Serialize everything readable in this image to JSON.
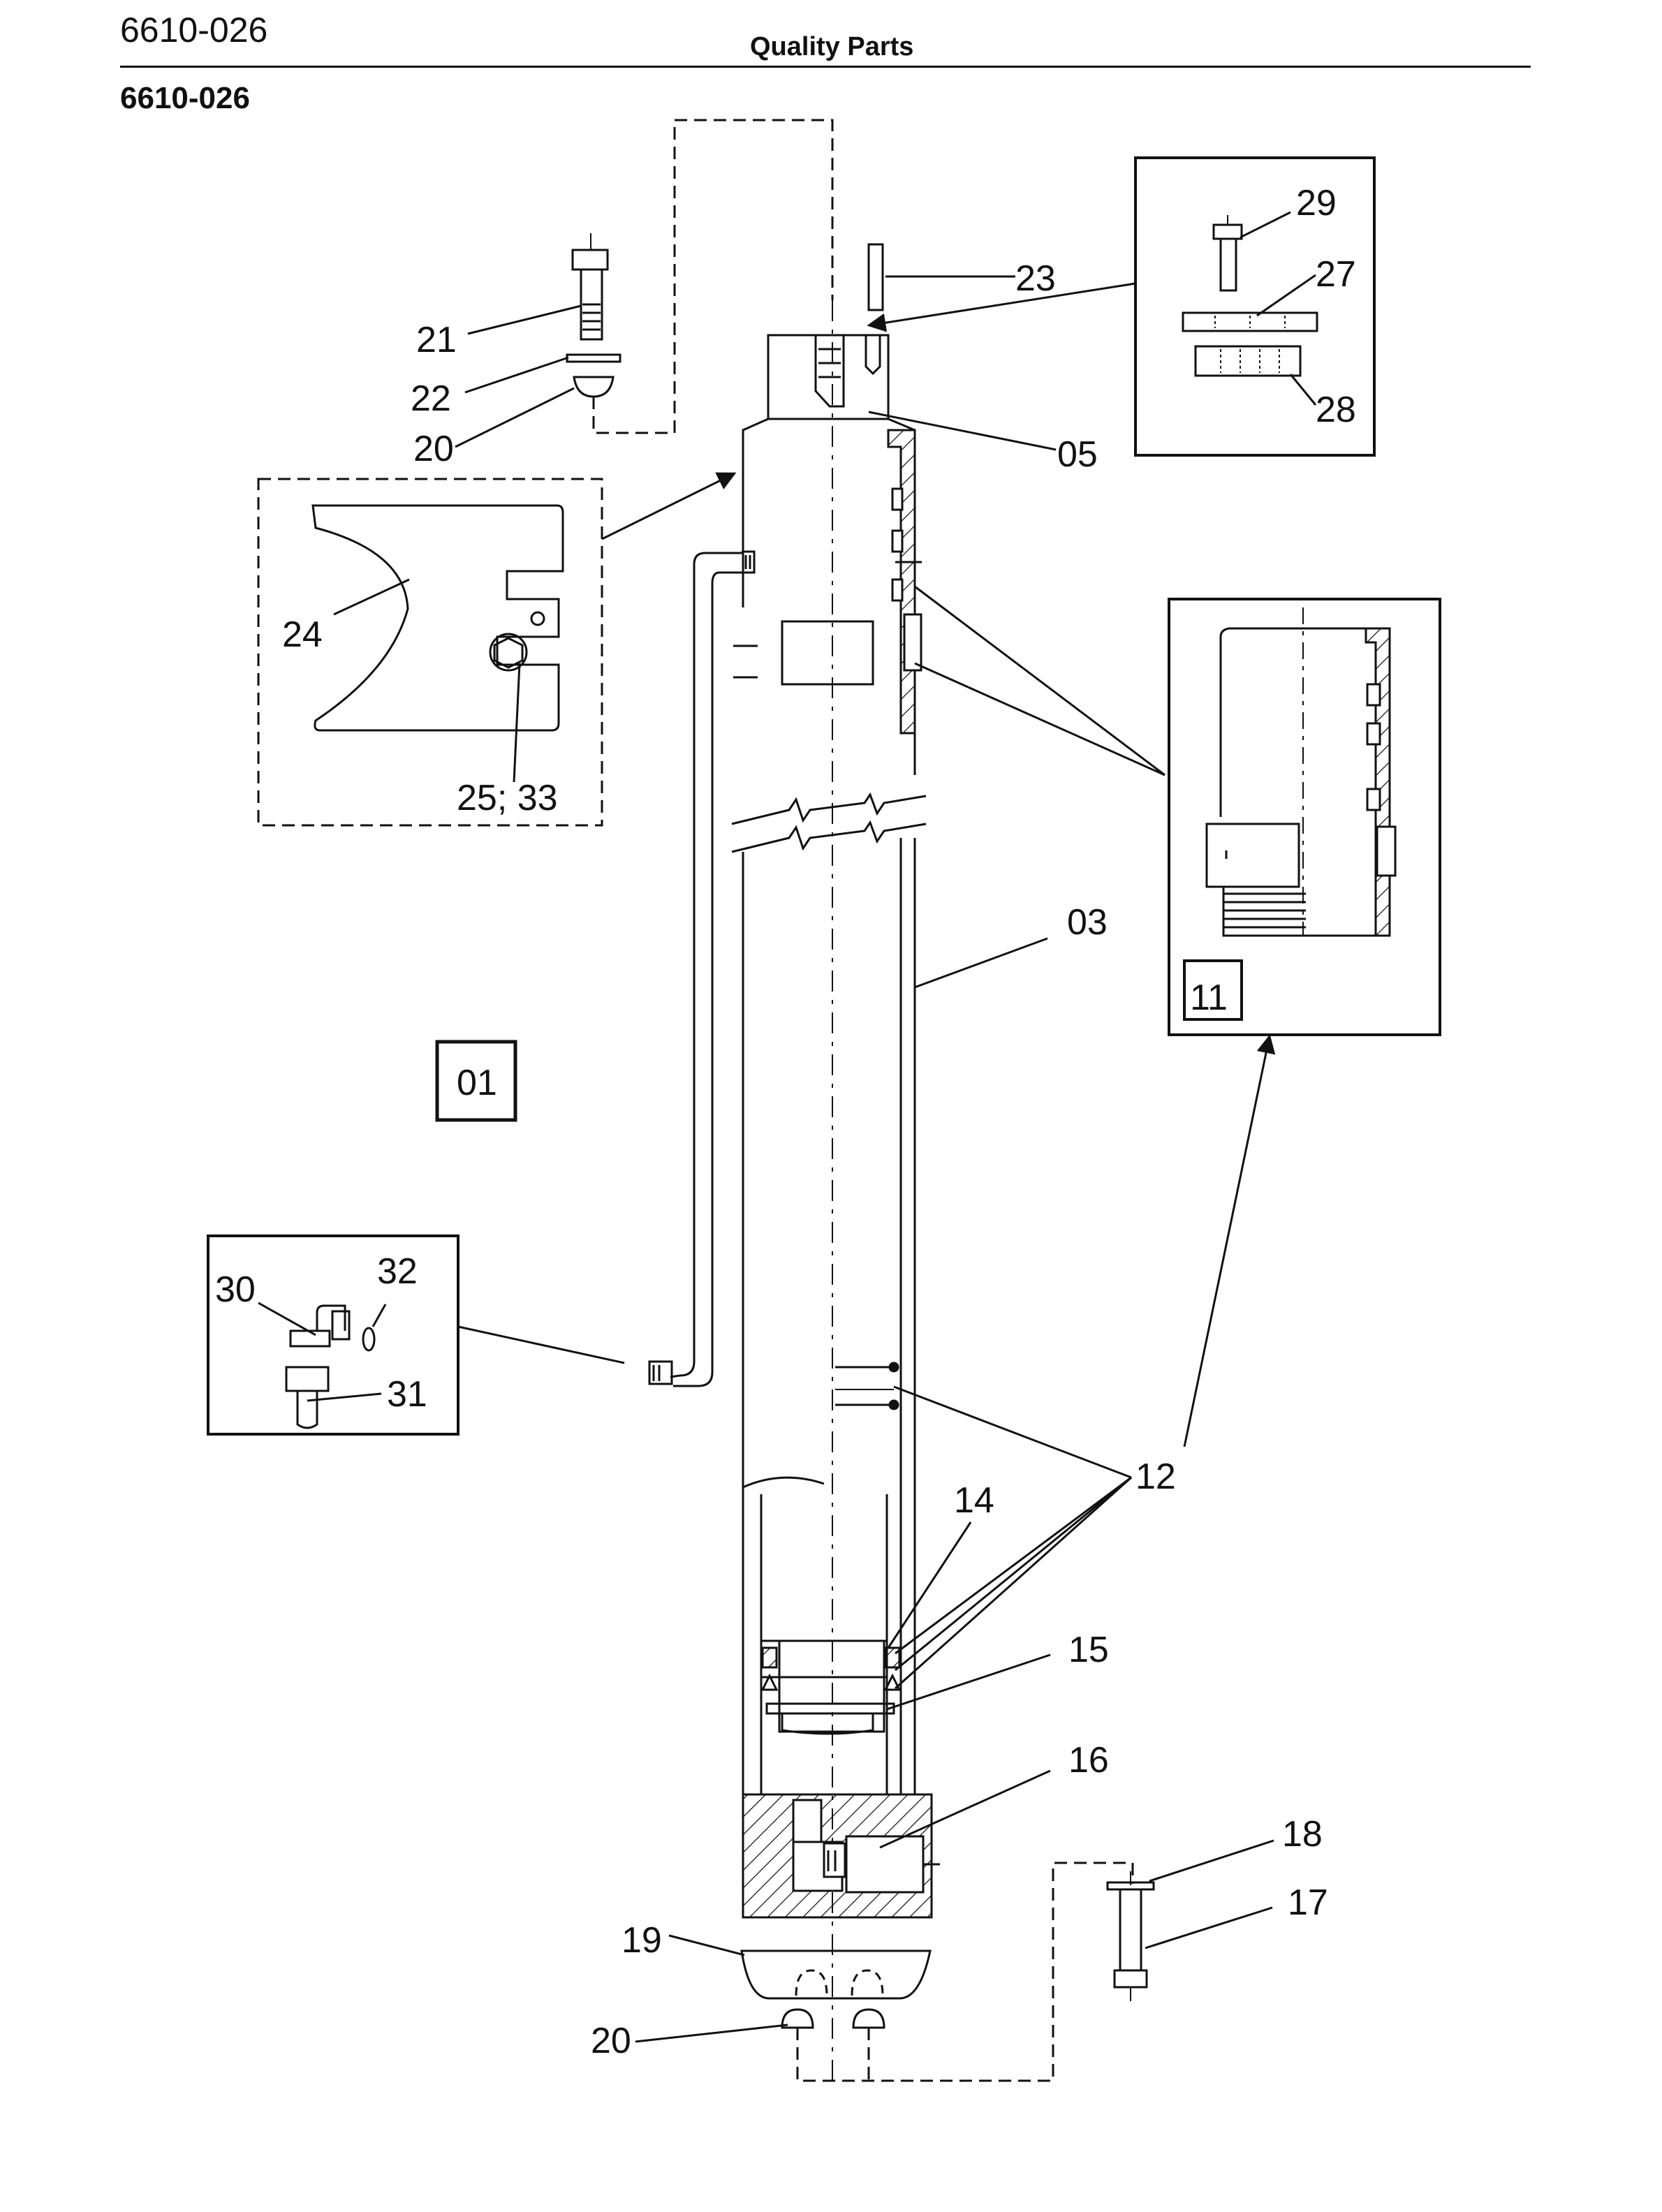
{
  "header": {
    "code": "6610-026",
    "title": "Quality Parts",
    "subcode": "6610-026"
  },
  "diagram": {
    "parts": {
      "p01": "01",
      "p03": "03",
      "p05": "05",
      "p11": "11",
      "p12": "12",
      "p14": "14",
      "p15": "15",
      "p16": "16",
      "p17": "17",
      "p18": "18",
      "p19": "19",
      "p20a": "20",
      "p20b": "20",
      "p21": "21",
      "p22": "22",
      "p23": "23",
      "p24": "24",
      "p25_33": "25; 33",
      "p27": "27",
      "p28": "28",
      "p29": "29",
      "p30": "30",
      "p31": "31",
      "p32": "32"
    }
  }
}
